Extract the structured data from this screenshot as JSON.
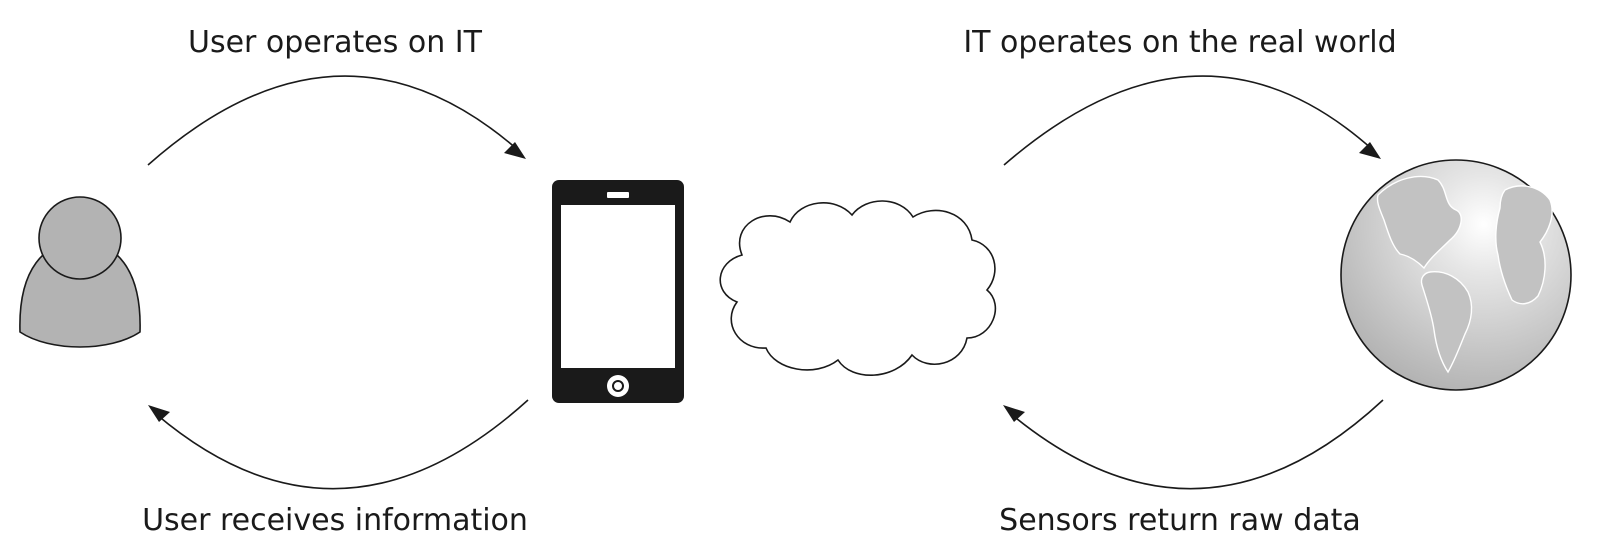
{
  "labels": {
    "user_to_it": "User operates on IT",
    "it_to_world": "IT operates on the real world",
    "it_to_user": "User receives information",
    "world_to_it": "Sensors return raw data"
  },
  "nodes": {
    "user": {
      "icon": "user-icon",
      "color": "#b3b3b3"
    },
    "device": {
      "icon": "smartphone-icon",
      "color": "#1a1a1a"
    },
    "cloud": {
      "icon": "cloud-icon"
    },
    "world": {
      "icon": "globe-icon",
      "color": "#c8c8c8"
    }
  }
}
